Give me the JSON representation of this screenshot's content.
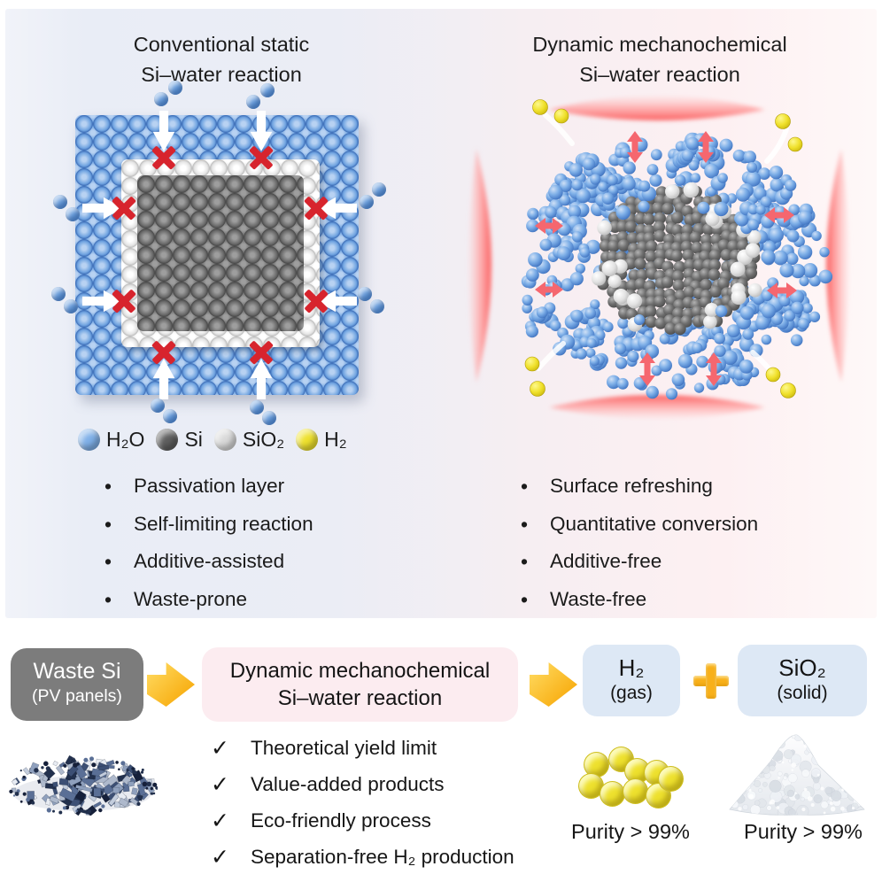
{
  "left_panel": {
    "title": [
      "Conventional static",
      "Si–water reaction"
    ],
    "bullets": [
      "Passivation layer",
      "Self-limiting reaction",
      "Additive-assisted",
      "Waste-prone"
    ]
  },
  "right_panel": {
    "title": [
      "Dynamic mechanochemical",
      "Si–water reaction"
    ],
    "bullets": [
      "Surface refreshing",
      "Quantitative conversion",
      "Additive-free",
      "Waste-free"
    ]
  },
  "legend": [
    {
      "label": "H₂O",
      "color": "#7fb0e8"
    },
    {
      "label": "Si",
      "color": "#5f5f5f"
    },
    {
      "label": "SiO₂",
      "color": "#d9d9d9"
    },
    {
      "label": "H₂",
      "color": "#eee12e"
    }
  ],
  "flow": {
    "source": {
      "line1": "Waste Si",
      "line2": "(PV panels)"
    },
    "process": {
      "line1": "Dynamic mechanochemical",
      "line2": "Si–water reaction"
    },
    "checks": [
      "Theoretical yield limit",
      "Value-added products",
      "Eco-friendly process",
      "Separation-free H₂ production"
    ],
    "product_gas": {
      "line1": "H₂",
      "line2": "(gas)",
      "purity": "Purity > 99%"
    },
    "product_solid": {
      "line1": "SiO₂",
      "line2": "(solid)",
      "purity": "Purity > 99%"
    }
  },
  "colors": {
    "water_blue": "#6b9fdd",
    "si_gray": "#686868",
    "sio2_white": "#dcdcdc",
    "h2_yellow": "#eee12e",
    "blocked_red": "#d7242d",
    "press_salmon": "#f5676f",
    "flow_orange": "#f8b019",
    "process_pink": "#fcecf0",
    "product_blue": "#dde8f5",
    "waste_gray": "#7c7c7c"
  }
}
